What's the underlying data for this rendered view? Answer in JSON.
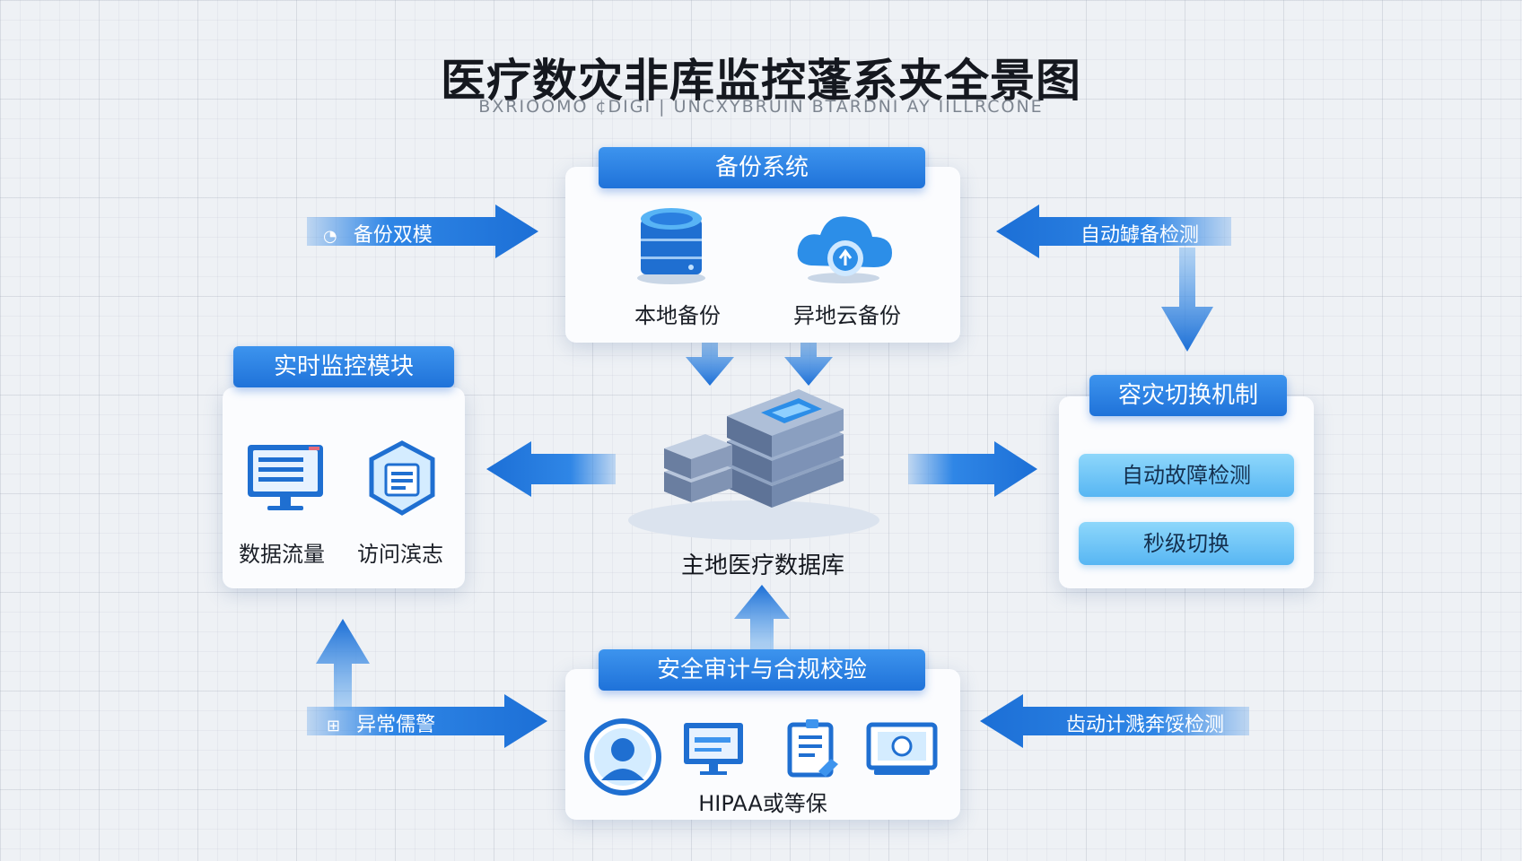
{
  "title": "医疗数灾非库监控蓬系夹全景图",
  "subtitle": "BXRIOOMO ¢DIGI | UNCXYBRUIN  BTARDNI  AY IILLRCONE",
  "backup": {
    "header": "备份系统",
    "local_label": "本地备份",
    "cloud_label": "异地云备份"
  },
  "monitor": {
    "header": "实时监控模块",
    "traffic_label": "数据流量",
    "log_label": "访问滨志"
  },
  "failover": {
    "header": "容灾切换机制",
    "item1": "自动故障检测",
    "item2": "秒级切换"
  },
  "center": {
    "label": "主地医疗数据库"
  },
  "audit": {
    "header": "安全审计与合规校验",
    "compliance_label": "HIPAA或等保"
  },
  "arrows": {
    "top_left": "备份双模",
    "top_right": "自动罅备检测",
    "bottom_left": "异常儒警",
    "bottom_right": "齿动计溅奔馁检测"
  },
  "colors": {
    "accent": "#1f72d9",
    "accent_light": "#3d94ee",
    "pill": "#57b6f3",
    "background": "#eef1f5"
  }
}
